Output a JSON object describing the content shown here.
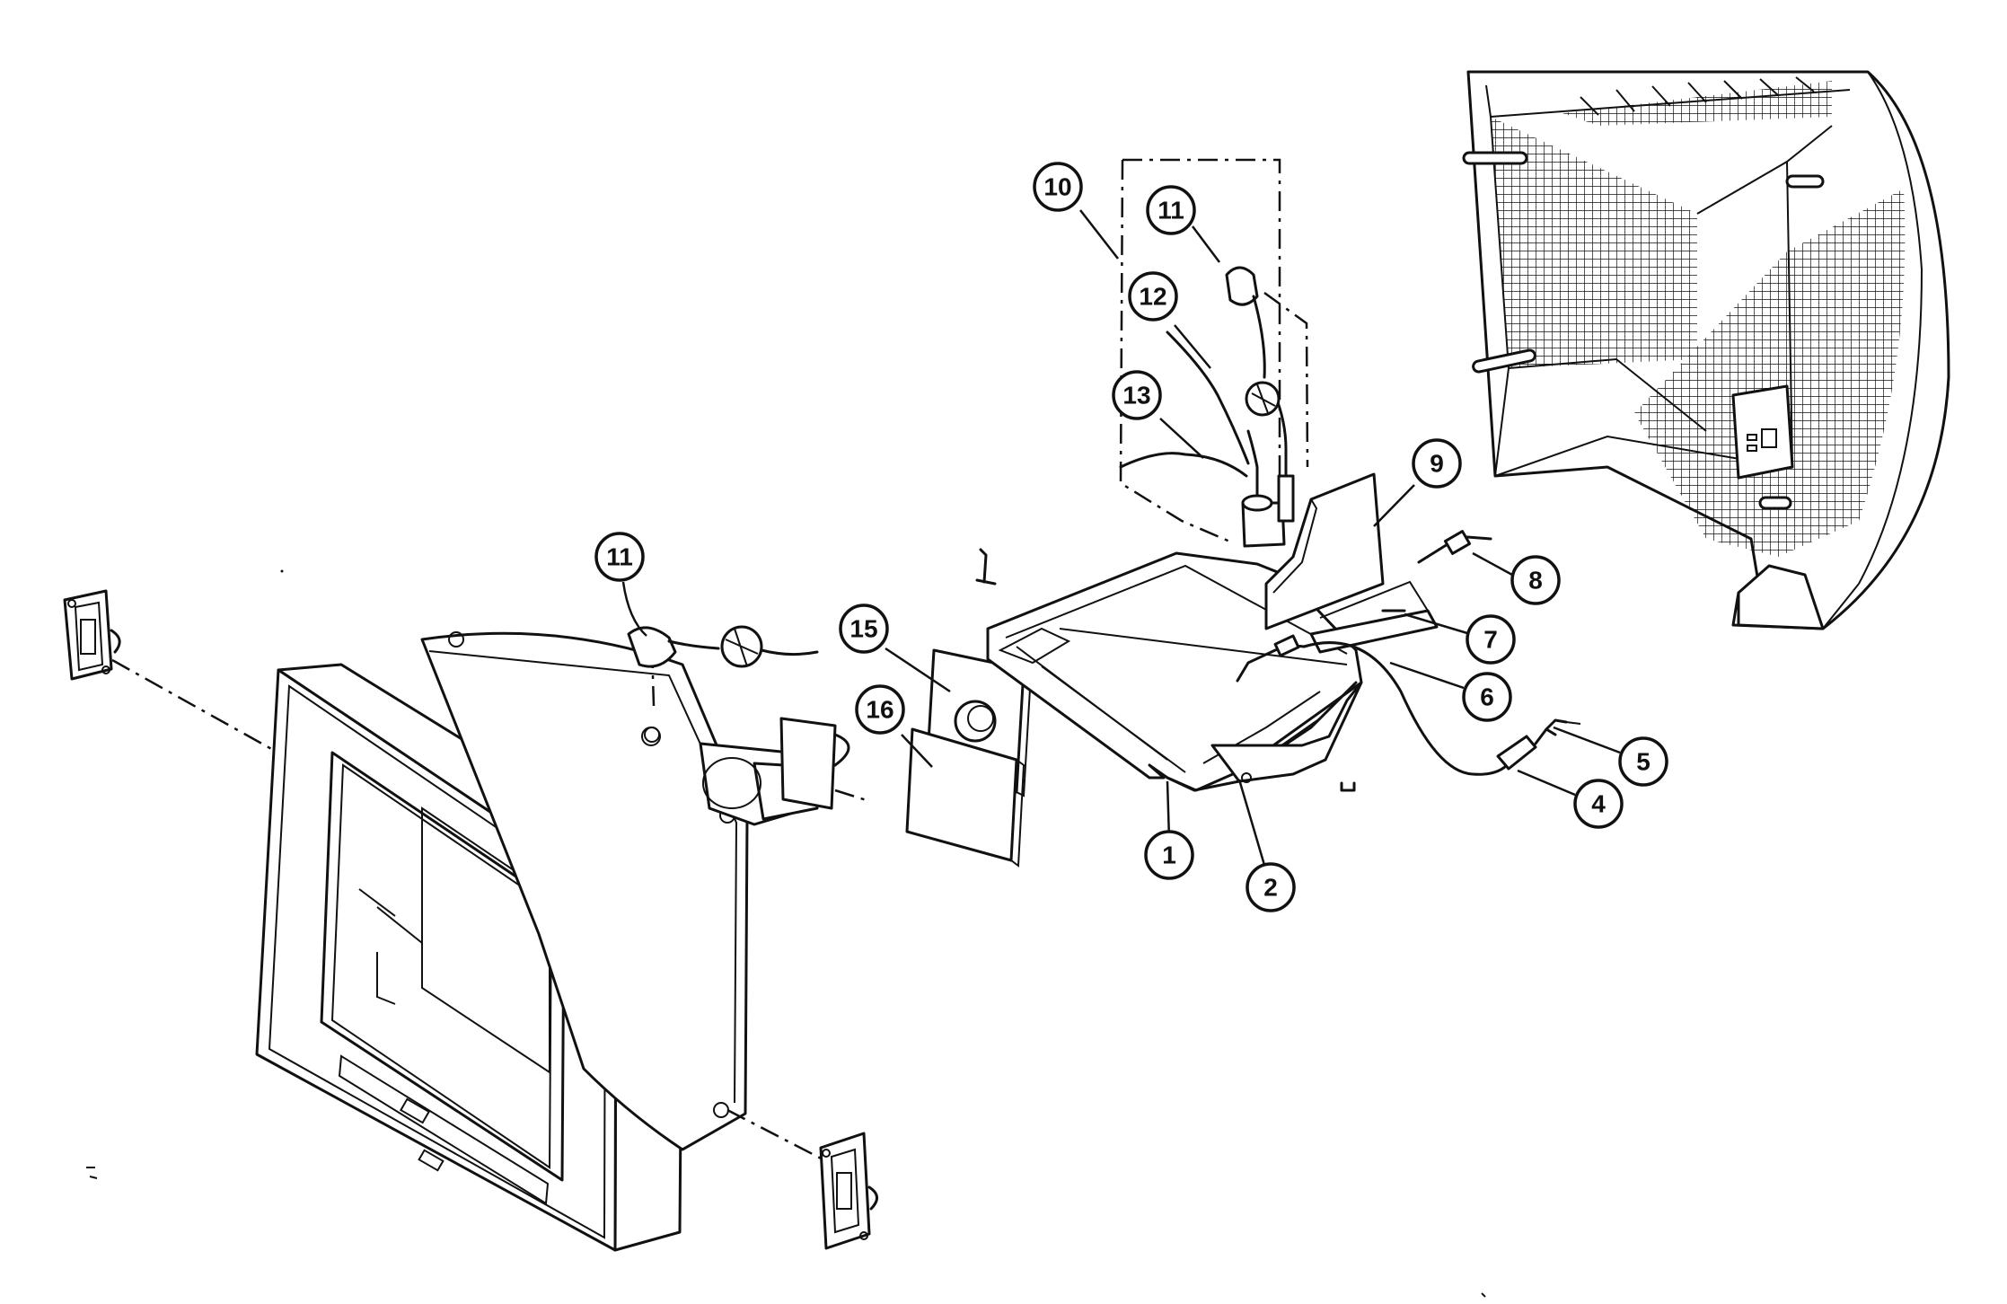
{
  "callouts": [
    {
      "label": "1"
    },
    {
      "label": "2"
    },
    {
      "label": "4"
    },
    {
      "label": "5"
    },
    {
      "label": "6"
    },
    {
      "label": "7"
    },
    {
      "label": "8"
    },
    {
      "label": "9"
    },
    {
      "label": "10"
    },
    {
      "label": "11"
    },
    {
      "label": "12"
    },
    {
      "label": "13"
    },
    {
      "label": "11"
    },
    {
      "label": "15"
    },
    {
      "label": "16"
    }
  ]
}
